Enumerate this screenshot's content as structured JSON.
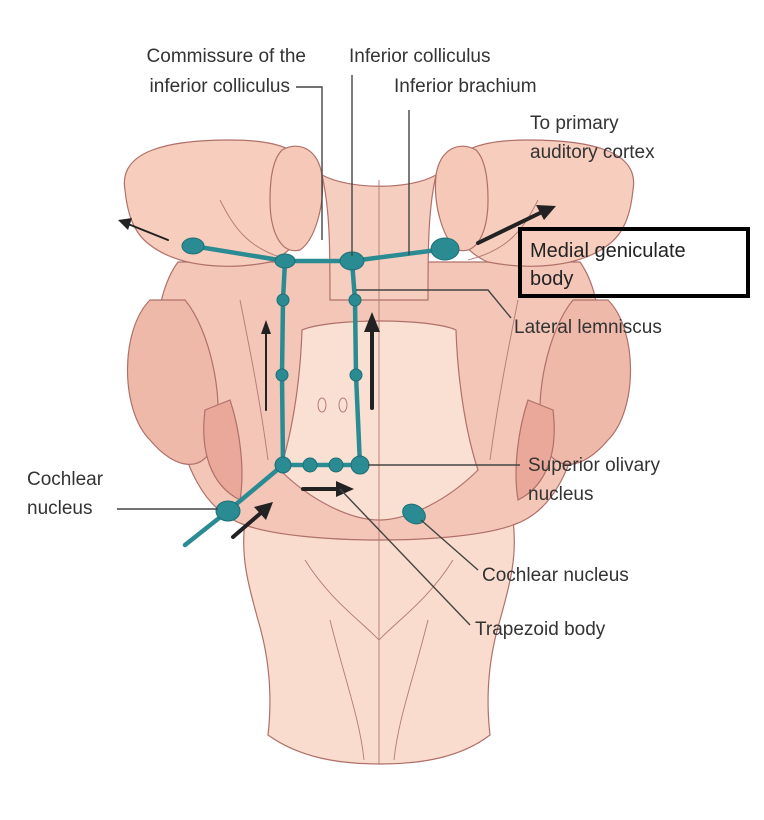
{
  "labels": {
    "commissure_line1": "Commissure of the",
    "commissure_line2": "inferior colliculus",
    "inferior_colliculus": "Inferior colliculus",
    "inferior_brachium": "Inferior brachium",
    "to_cortex_line1": "To primary",
    "to_cortex_line2": "auditory cortex",
    "medial_geniculate_line1": "Medial geniculate",
    "medial_geniculate_line2": "body",
    "lateral_lemniscus": "Lateral lemniscus",
    "cochlear_nucleus_left_line1": "Cochlear",
    "cochlear_nucleus_left_line2": "nucleus",
    "superior_olivary_line1": "Superior olivary",
    "superior_olivary_line2": "nucleus",
    "cochlear_nucleus_right": "Cochlear nucleus",
    "trapezoid_body": "Trapezoid body"
  },
  "colors": {
    "tissue_fill": "#f7d3c3",
    "tissue_dark": "#efb9aa",
    "tissue_outline": "#b0706a",
    "pathway": "#2a8b93",
    "arrows": "#222222",
    "highlight_box": "#000000"
  }
}
